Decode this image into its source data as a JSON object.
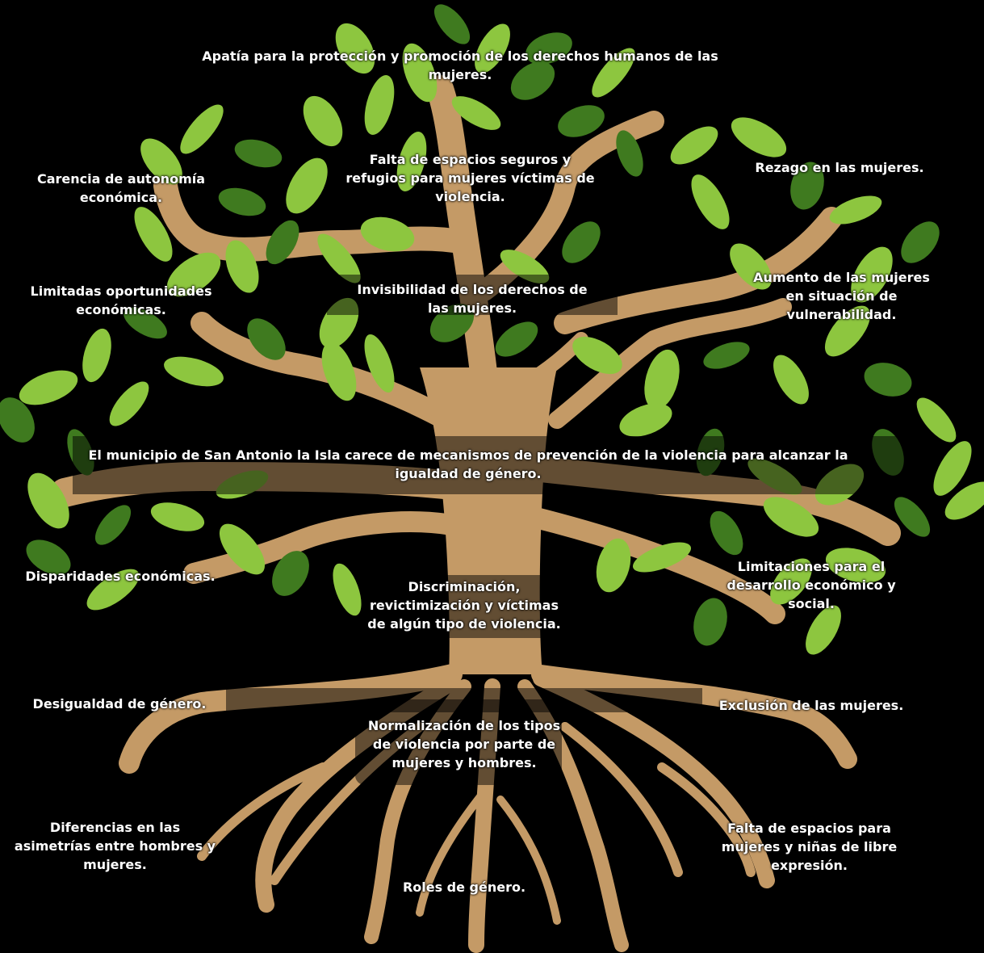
{
  "diagram": {
    "colors": {
      "background": "#000000",
      "trunk": "#c49a66",
      "leaf_light": "#8dc63f",
      "leaf_dark": "#3f7a1f",
      "text": "#ffffff"
    },
    "top": "Apatía para la protección y promoción de los derechos humanos de las mujeres.",
    "effects_left": [
      "Carencia de autonomía económica.",
      "Limitadas oportunidades económicas."
    ],
    "effects_center": [
      "Falta de espacios seguros y refugios para mujeres víctimas de violencia.",
      "Invisibilidad de los derechos de las mujeres."
    ],
    "effects_right": [
      "Rezago en las mujeres.",
      "Aumento de las mujeres en situación de vulnerabilidad."
    ],
    "central_problem": "El municipio de San Antonio la Isla carece de mecanismos de prevención de la violencia para alcanzar la igualdad de género.",
    "causes_left": [
      "Disparidades económicas.",
      "Desigualdad de género.",
      "Diferencias en las asimetrías entre hombres y mujeres."
    ],
    "causes_center": [
      "Discriminación, revictimización y víctimas de algún tipo de violencia.",
      "Normalización de los tipos de violencia por parte de mujeres y hombres.",
      "Roles de género."
    ],
    "causes_right": [
      "Limitaciones para el desarrollo económico y social.",
      "Exclusión de las mujeres.",
      "Falta de espacios para mujeres y niñas de libre expresión."
    ]
  }
}
